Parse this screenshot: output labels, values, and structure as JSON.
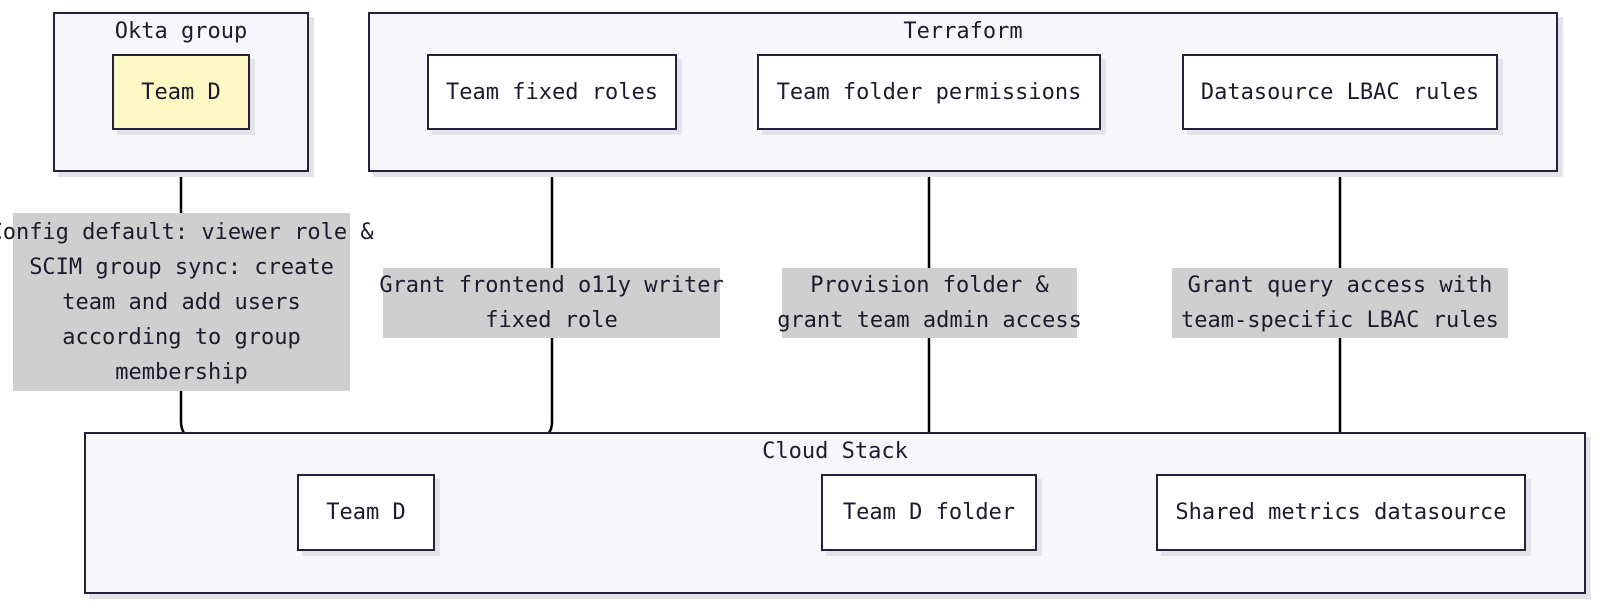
{
  "groups": {
    "okta": {
      "title": "Okta group"
    },
    "terraform": {
      "title": "Terraform"
    },
    "cloud": {
      "title": "Cloud Stack"
    }
  },
  "nodes": {
    "okta_team_d": "Team D",
    "team_fixed_roles": "Team fixed roles",
    "team_folder_permissions": "Team folder permissions",
    "datasource_lbac_rules": "Datasource LBAC rules",
    "cloud_team_d": "Team D",
    "team_d_folder": "Team D folder",
    "shared_metrics_datasource": "Shared metrics datasource"
  },
  "edge_labels": {
    "okta_to_team": [
      "Config default: viewer role &",
      "SCIM group sync: create",
      "team and add users",
      "according to group",
      "membership"
    ],
    "roles_to_team": [
      "Grant frontend o11y writer",
      "fixed role"
    ],
    "folder_perms_to_folder": [
      "Provision folder &",
      "grant team admin access"
    ],
    "lbac_to_datasource": [
      "Grant query access with",
      "team-specific LBAC rules"
    ]
  },
  "colors": {
    "border": "#23223a",
    "highlight_fill": "#fdf8c4",
    "label_fill": "#cfcfcf"
  }
}
